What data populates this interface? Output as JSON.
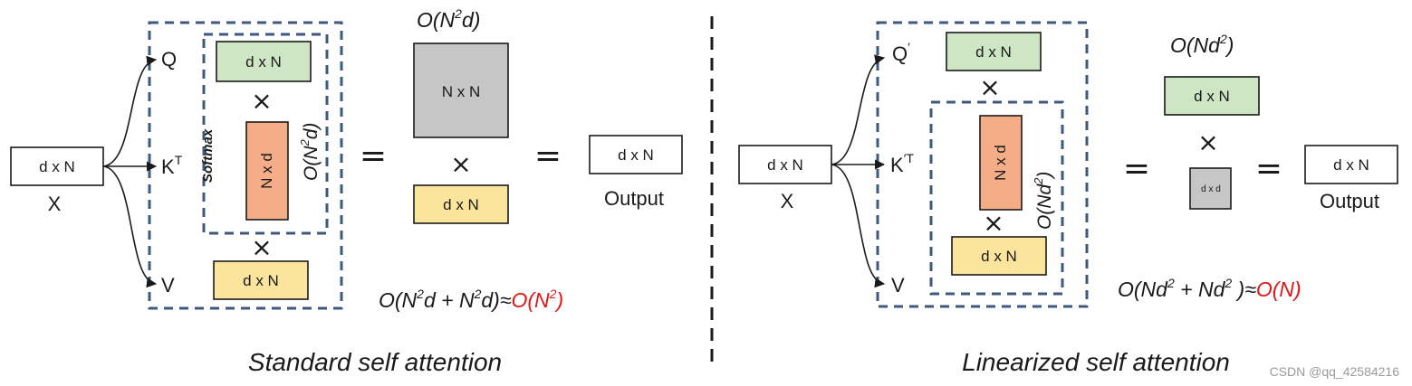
{
  "colors": {
    "green_fill": "#cfe6c4",
    "orange_fill": "#f4ad86",
    "yellow_fill": "#fbe49c",
    "gray_fill": "#c6c6c6",
    "dashed_border": "#3c5a7e",
    "highlight_red": "#e01818",
    "text": "#1a1a1a"
  },
  "standard": {
    "input_box": "d x N",
    "input_label": "X",
    "q_label": "Q",
    "k_label": "K",
    "k_sup": "T",
    "v_label": "V",
    "q_box": "d x N",
    "k_box": "N x d",
    "v_box": "d x N",
    "times_1": "×",
    "times_2": "×",
    "softmax_label": "Softmax",
    "inner_cost": "O(N",
    "inner_cost_sup": "2",
    "inner_cost_tail": "d)",
    "equals_1": "=",
    "top_cost": "O(N",
    "top_cost_sup": "2",
    "top_cost_tail": "d)",
    "attn_box": "N x N",
    "times_3": "×",
    "v_box_2": "d x N",
    "equals_2": "=",
    "output_box": "d x N",
    "output_label": "Output",
    "total_a": "O(N",
    "total_a_sup": "2",
    "total_b": "d + N",
    "total_b_sup": "2",
    "total_c": "d)≈",
    "total_red": "O(N",
    "total_red_sup": "2",
    "total_red_tail": ")",
    "caption": "Standard self attention"
  },
  "linear": {
    "input_box": "d x N",
    "input_label": "X",
    "q_label": "Q",
    "q_sup": "′",
    "k_label": "K",
    "k_sup": "′T",
    "v_label": "V",
    "q_box": "d x N",
    "times_1": "×",
    "k_box": "N x d",
    "times_2": "×",
    "v_box": "d x N",
    "inner_cost": "O(Nd",
    "inner_cost_sup": "2",
    "inner_cost_tail": ")",
    "top_cost": "O(Nd",
    "top_cost_sup": "2",
    "top_cost_tail": ")",
    "kv_box": "d x N",
    "times_3": "×",
    "dd_box": "d x d",
    "equals_1": "=",
    "equals_2": "=",
    "output_box": "d x N",
    "output_label": "Output",
    "total_a": "O(Nd",
    "total_a_sup": "2",
    "total_b": " + Nd",
    "total_b_sup": "2",
    "total_c": " )≈",
    "total_red": "O(N)",
    "caption": "Linearized self attention"
  },
  "watermark": "CSDN @qq_42584216"
}
